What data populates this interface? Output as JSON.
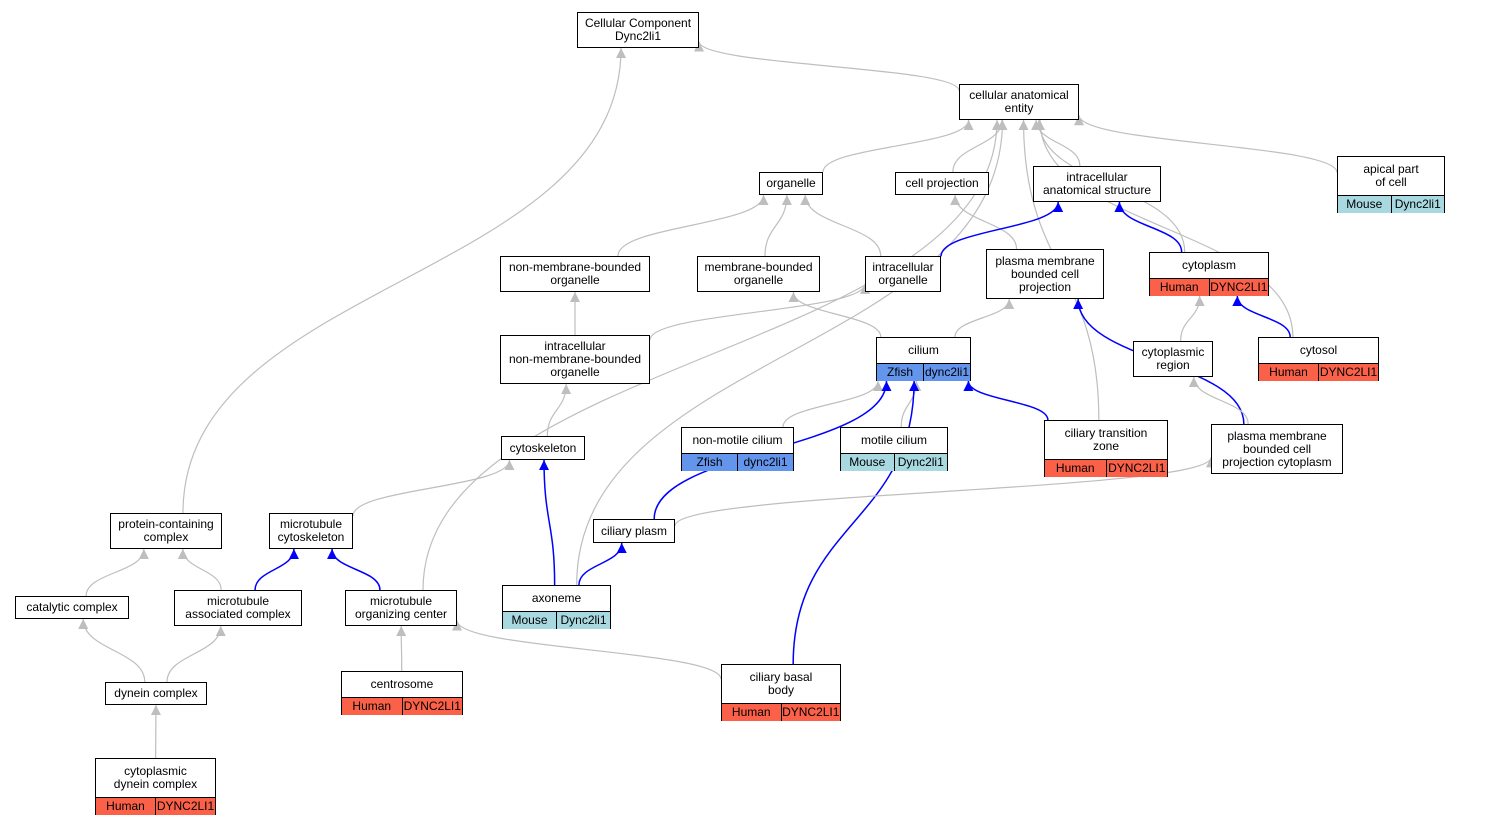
{
  "colors": {
    "human": "#fa6148",
    "mouse": "#a8d8e0",
    "zfish": "#6495ed",
    "edge_gray": "#bebebe",
    "edge_blue": "#0000ff"
  },
  "nodes": {
    "root": {
      "lines": [
        "Cellular Component",
        "Dync2li1"
      ]
    },
    "cae": {
      "lines": [
        "cellular anatomical",
        "entity"
      ]
    },
    "organelle": {
      "lines": [
        "organelle"
      ]
    },
    "cellproj": {
      "lines": [
        "cell projection"
      ]
    },
    "ias": {
      "lines": [
        "intracellular",
        "anatomical structure"
      ]
    },
    "apical": {
      "lines": [
        "apical part",
        "of cell"
      ],
      "tags": [
        {
          "species": "Mouse",
          "gene": "Dync2li1"
        }
      ]
    },
    "nmbo": {
      "lines": [
        "non-membrane-bounded",
        "organelle"
      ]
    },
    "mbo": {
      "lines": [
        "membrane-bounded",
        "organelle"
      ]
    },
    "intorg": {
      "lines": [
        "intracellular",
        "organelle"
      ]
    },
    "pmbcp": {
      "lines": [
        "plasma membrane",
        "bounded cell",
        "projection"
      ]
    },
    "cytoplasm": {
      "lines": [
        "cytoplasm"
      ],
      "tags": [
        {
          "species": "Human",
          "gene": "DYNC2LI1"
        }
      ]
    },
    "inmbo": {
      "lines": [
        "intracellular",
        "non-membrane-bounded",
        "organelle"
      ]
    },
    "cilium": {
      "lines": [
        "cilium"
      ],
      "tags": [
        {
          "species": "Zfish",
          "gene": "dync2li1"
        }
      ]
    },
    "cytregion": {
      "lines": [
        "cytoplasmic",
        "region"
      ]
    },
    "cytosol": {
      "lines": [
        "cytosol"
      ],
      "tags": [
        {
          "species": "Human",
          "gene": "DYNC2LI1"
        }
      ]
    },
    "cytoskeleton": {
      "lines": [
        "cytoskeleton"
      ]
    },
    "nonmotile": {
      "lines": [
        "non-motile cilium"
      ],
      "tags": [
        {
          "species": "Zfish",
          "gene": "dync2li1"
        }
      ]
    },
    "motile": {
      "lines": [
        "motile cilium"
      ],
      "tags": [
        {
          "species": "Mouse",
          "gene": "Dync2li1"
        }
      ]
    },
    "ctz": {
      "lines": [
        "ciliary transition",
        "zone"
      ],
      "tags": [
        {
          "species": "Human",
          "gene": "DYNC2LI1"
        }
      ]
    },
    "pmbcpc": {
      "lines": [
        "plasma membrane",
        "bounded cell",
        "projection cytoplasm"
      ]
    },
    "pcc": {
      "lines": [
        "protein-containing",
        "complex"
      ]
    },
    "mtcsk": {
      "lines": [
        "microtubule",
        "cytoskeleton"
      ]
    },
    "ciliaryplasm": {
      "lines": [
        "ciliary plasm"
      ]
    },
    "catalytic": {
      "lines": [
        "catalytic complex"
      ]
    },
    "mtac": {
      "lines": [
        "microtubule",
        "associated complex"
      ]
    },
    "mtoc": {
      "lines": [
        "microtubule",
        "organizing center"
      ]
    },
    "axoneme": {
      "lines": [
        "axoneme"
      ],
      "tags": [
        {
          "species": "Mouse",
          "gene": "Dync2li1"
        }
      ]
    },
    "dynein": {
      "lines": [
        "dynein complex"
      ]
    },
    "centrosome": {
      "lines": [
        "centrosome"
      ],
      "tags": [
        {
          "species": "Human",
          "gene": "DYNC2LI1"
        }
      ]
    },
    "cbb": {
      "lines": [
        "ciliary basal",
        "body"
      ],
      "tags": [
        {
          "species": "Human",
          "gene": "DYNC2LI1"
        }
      ]
    },
    "cdc": {
      "lines": [
        "cytoplasmic",
        "dynein complex"
      ],
      "tags": [
        {
          "species": "Human",
          "gene": "DYNC2LI1"
        }
      ]
    }
  },
  "edges": [
    {
      "from": "cae",
      "to": "root",
      "style": "gray"
    },
    {
      "from": "pcc",
      "to": "root",
      "style": "gray"
    },
    {
      "from": "organelle",
      "to": "cae",
      "style": "gray"
    },
    {
      "from": "cellproj",
      "to": "cae",
      "style": "gray"
    },
    {
      "from": "ias",
      "to": "cae",
      "style": "gray"
    },
    {
      "from": "apical",
      "to": "cae",
      "style": "gray"
    },
    {
      "from": "cytoplasm",
      "to": "cae",
      "style": "gray"
    },
    {
      "from": "cytosol",
      "to": "cae",
      "style": "gray"
    },
    {
      "from": "ctz",
      "to": "cae",
      "style": "gray"
    },
    {
      "from": "mtoc",
      "to": "cae",
      "style": "gray"
    },
    {
      "from": "axoneme",
      "to": "cae",
      "style": "gray"
    },
    {
      "from": "nmbo",
      "to": "organelle",
      "style": "gray"
    },
    {
      "from": "mbo",
      "to": "organelle",
      "style": "gray"
    },
    {
      "from": "intorg",
      "to": "organelle",
      "style": "gray"
    },
    {
      "from": "pmbcp",
      "to": "cellproj",
      "style": "gray"
    },
    {
      "from": "intorg",
      "to": "ias",
      "style": "blue"
    },
    {
      "from": "cytoplasm",
      "to": "ias",
      "style": "blue"
    },
    {
      "from": "inmbo",
      "to": "nmbo",
      "style": "gray"
    },
    {
      "from": "inmbo",
      "to": "intorg",
      "style": "gray"
    },
    {
      "from": "cilium",
      "to": "mbo",
      "style": "gray"
    },
    {
      "from": "cilium",
      "to": "pmbcp",
      "style": "gray"
    },
    {
      "from": "pmbcpc",
      "to": "pmbcp",
      "style": "blue"
    },
    {
      "from": "cytosol",
      "to": "cytoplasm",
      "style": "blue"
    },
    {
      "from": "cytregion",
      "to": "cytoplasm",
      "style": "gray"
    },
    {
      "from": "pmbcpc",
      "to": "cytregion",
      "style": "gray"
    },
    {
      "from": "cytoskeleton",
      "to": "inmbo",
      "style": "gray"
    },
    {
      "from": "nonmotile",
      "to": "cilium",
      "style": "gray"
    },
    {
      "from": "motile",
      "to": "cilium",
      "style": "gray"
    },
    {
      "from": "ctz",
      "to": "cilium",
      "style": "blue"
    },
    {
      "from": "ciliaryplasm",
      "to": "cilium",
      "style": "blue"
    },
    {
      "from": "cbb",
      "to": "cilium",
      "style": "blue"
    },
    {
      "from": "mtcsk",
      "to": "cytoskeleton",
      "style": "gray"
    },
    {
      "from": "axoneme",
      "to": "cytoskeleton",
      "style": "blue"
    },
    {
      "from": "ciliaryplasm",
      "to": "pmbcpc",
      "style": "gray"
    },
    {
      "from": "catalytic",
      "to": "pcc",
      "style": "gray"
    },
    {
      "from": "mtac",
      "to": "pcc",
      "style": "gray"
    },
    {
      "from": "mtac",
      "to": "mtcsk",
      "style": "blue"
    },
    {
      "from": "mtoc",
      "to": "mtcsk",
      "style": "blue"
    },
    {
      "from": "axoneme",
      "to": "ciliaryplasm",
      "style": "blue"
    },
    {
      "from": "dynein",
      "to": "catalytic",
      "style": "gray"
    },
    {
      "from": "dynein",
      "to": "mtac",
      "style": "gray"
    },
    {
      "from": "centrosome",
      "to": "mtoc",
      "style": "gray"
    },
    {
      "from": "cbb",
      "to": "mtoc",
      "style": "gray"
    },
    {
      "from": "cdc",
      "to": "dynein",
      "style": "gray"
    }
  ]
}
